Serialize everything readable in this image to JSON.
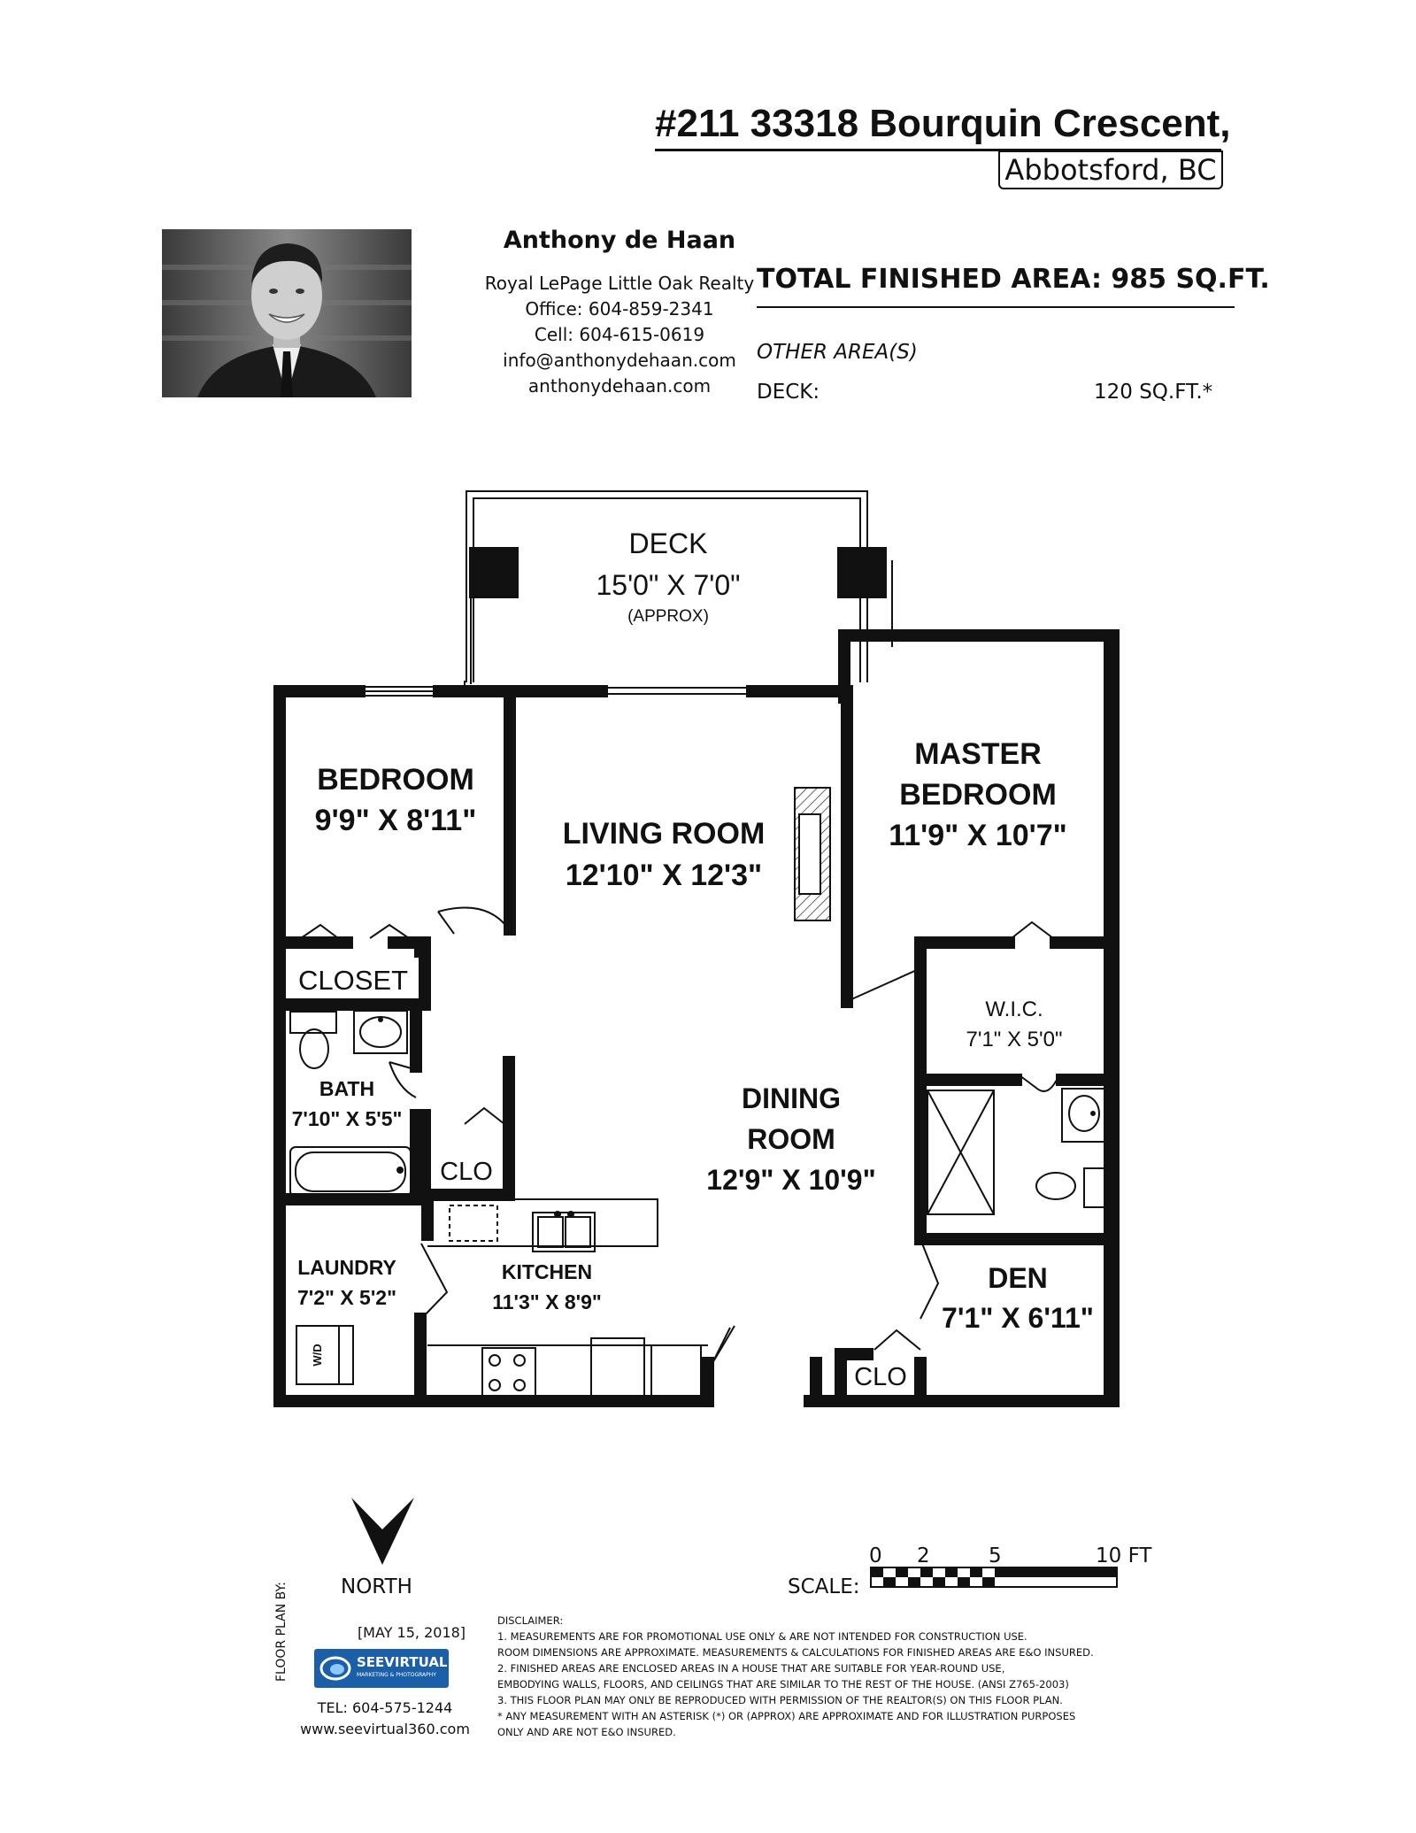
{
  "listing": {
    "address": "#211 33318 Bourquin Crescent,",
    "city": "Abbotsford, BC"
  },
  "agent": {
    "name": "Anthony de Haan",
    "brokerage": "Royal LePage Little Oak Realty",
    "office": "Office: 604-859-2341",
    "cell": "Cell: 604-615-0619",
    "email": "info@anthonydehaan.com",
    "website": "anthonydehaan.com"
  },
  "areas": {
    "total_finished": "TOTAL FINISHED AREA:  985 SQ.FT.",
    "other_heading": "OTHER AREA(S)",
    "deck_label": "DECK:",
    "deck_value": "120 SQ.FT.*"
  },
  "rooms": {
    "deck": {
      "name": "DECK",
      "dims": "15'0\" X 7'0\"",
      "note": "(APPROX)"
    },
    "bedroom": {
      "name": "BEDROOM",
      "dims": "9'9\" X 8'11\""
    },
    "living": {
      "name": "LIVING ROOM",
      "dims": "12'10\" X 12'3\""
    },
    "master": {
      "name1": "MASTER",
      "name2": "BEDROOM",
      "dims": "11'9\" X 10'7\""
    },
    "closet": {
      "name": "CLOSET"
    },
    "wic": {
      "name": "W.I.C.",
      "dims": "7'1\" X 5'0\""
    },
    "bath": {
      "name": "BATH",
      "dims": "7'10\" X 5'5\""
    },
    "clo1": {
      "name": "CLO"
    },
    "dining": {
      "name1": "DINING",
      "name2": "ROOM",
      "dims": "12'9\" X 10'9\""
    },
    "laundry": {
      "name": "LAUNDRY",
      "dims": "7'2\" X 5'2\"",
      "wd": "W/D"
    },
    "kitchen": {
      "name": "KITCHEN",
      "dims": "11'3\" X 8'9\""
    },
    "den": {
      "name": "DEN",
      "dims": "7'1\" X 6'11\""
    },
    "clo2": {
      "name": "CLO"
    }
  },
  "compass": {
    "label": "NORTH",
    "icon": "north-arrow-icon"
  },
  "scale": {
    "label": "SCALE:",
    "ticks": [
      "0",
      "2",
      "5",
      "10 FT"
    ]
  },
  "floorplan_by": {
    "label": "FLOOR PLAN BY:",
    "date": "[MAY 15, 2018]",
    "company": "SEEVIRTUAL",
    "tagline": "MARKETING & PHOTOGRAPHY",
    "tel": "TEL: 604-575-1244",
    "web": "www.seevirtual360.com"
  },
  "disclaimer": [
    "DISCLAIMER:",
    "1. MEASUREMENTS ARE FOR PROMOTIONAL USE ONLY & ARE NOT INTENDED FOR CONSTRUCTION USE.",
    "ROOM DIMENSIONS ARE APPROXIMATE.  MEASUREMENTS & CALCULATIONS FOR FINISHED AREAS ARE E&O INSURED.",
    "2. FINISHED AREAS ARE ENCLOSED AREAS IN A HOUSE THAT ARE SUITABLE FOR YEAR-ROUND USE,",
    "EMBODYING WALLS, FLOORS, AND CEILINGS THAT ARE SIMILAR TO THE REST OF THE HOUSE. (ANSI Z765-2003)",
    "3. THIS FLOOR PLAN MAY ONLY BE REPRODUCED WITH PERMISSION OF THE REALTOR(S) ON THIS FLOOR PLAN.",
    "* ANY MEASUREMENT WITH AN ASTERISK (*) OR (APPROX) ARE APPROXIMATE AND FOR ILLUSTRATION PURPOSES",
    "ONLY AND ARE NOT E&O INSURED."
  ]
}
